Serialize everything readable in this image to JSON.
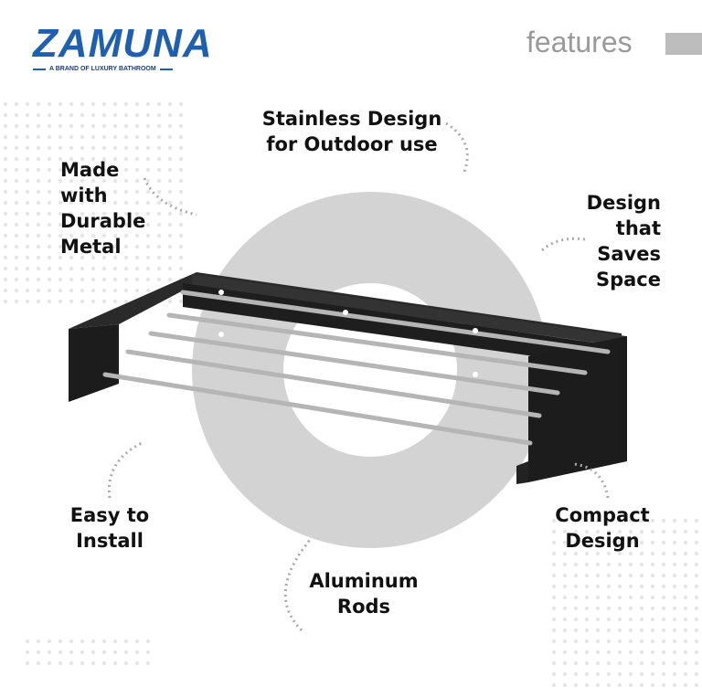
{
  "brand": {
    "name": "ZAMUNA",
    "tagline": "A BRAND OF LUXURY BATHROOM",
    "color": "#1f5fb0"
  },
  "header": {
    "title": "features"
  },
  "features": [
    {
      "id": "stainless",
      "lines": [
        "Stainless Design",
        "for Outdoor use"
      ]
    },
    {
      "id": "durable",
      "lines": [
        "Made",
        "with",
        "Durable",
        "Metal"
      ]
    },
    {
      "id": "space",
      "lines": [
        "Design",
        "that",
        "Saves",
        "Space"
      ]
    },
    {
      "id": "install",
      "lines": [
        "Easy to",
        "Install"
      ]
    },
    {
      "id": "compact",
      "lines": [
        "Compact",
        "Design"
      ]
    },
    {
      "id": "rods",
      "lines": [
        "Aluminum",
        "Rods"
      ]
    }
  ]
}
